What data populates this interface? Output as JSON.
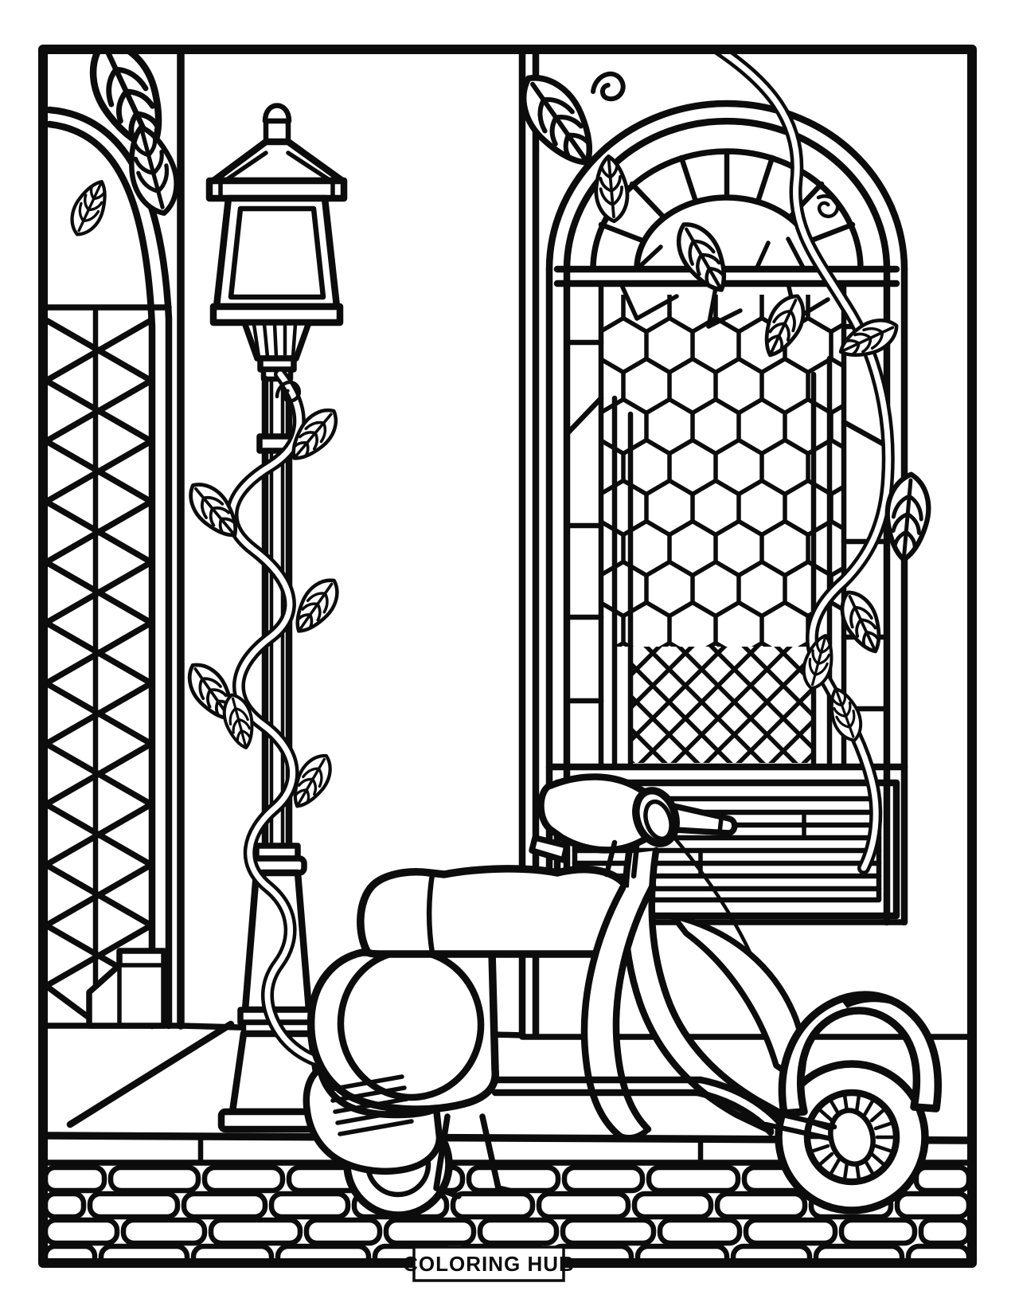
{
  "page": {
    "background_color": "#ffffff",
    "line_color": "#0c0c0c",
    "footer_label": "COLORING HUB"
  },
  "scene": {
    "style": "black-and-white line-art coloring page",
    "objects": [
      "arched doorway with diamond lattice wall",
      "street lamp lantern on fluted pole",
      "climbing vine with veined leaves",
      "arched stained-glass window with mosaic panes",
      "louvered shutter panel",
      "vintage step-through scooter with spoked wheels",
      "sidewalk curb",
      "cobblestone street"
    ]
  }
}
